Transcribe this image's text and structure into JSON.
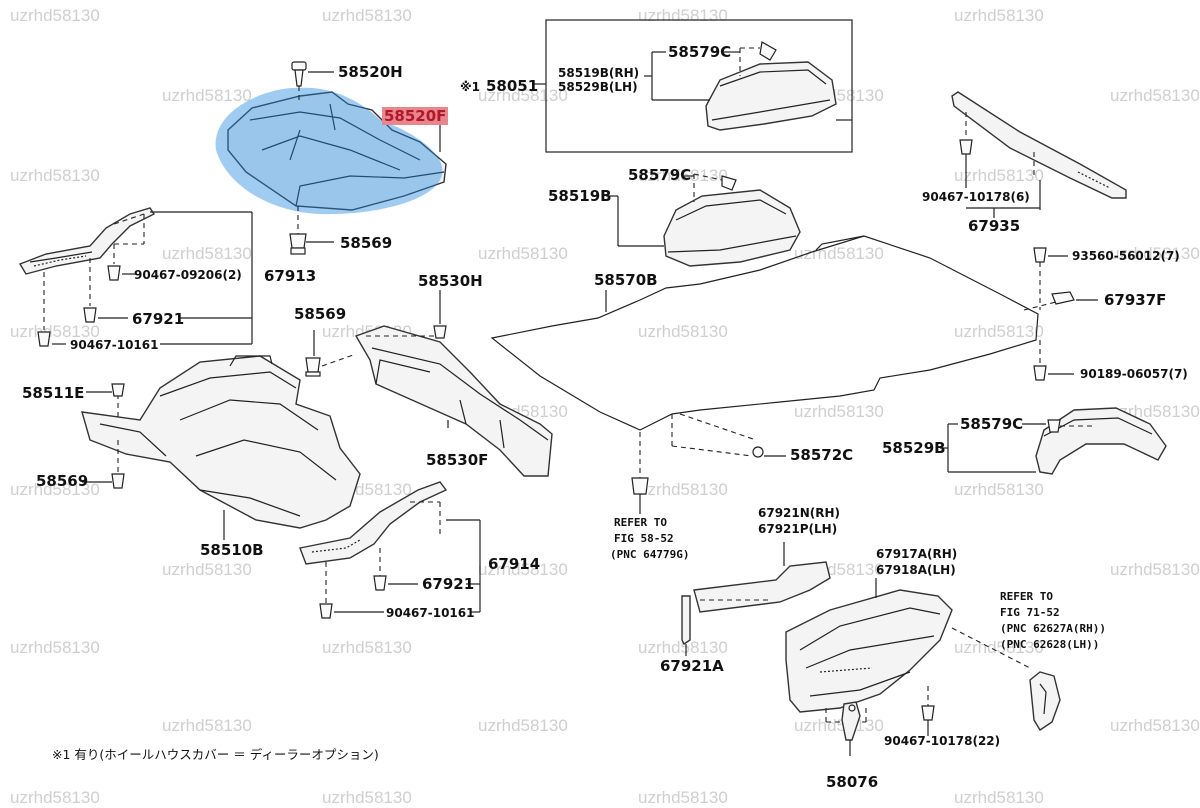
{
  "watermark": "uzrhd58130",
  "highlight_color": "#e8868e",
  "overlay_color": "#1f86e0",
  "labels": {
    "p58520H": "58520H",
    "p58520F": "58520F",
    "p58569a": "58569",
    "p58569b": "58569",
    "p58569c": "58569",
    "p67913": "67913",
    "p90467_09206": "90467-09206(2)",
    "p67921a": "67921",
    "p90467_10161a": "90467-10161",
    "p58530H": "58530H",
    "p58530F": "58530F",
    "p58511E": "58511E",
    "p58510B": "58510B",
    "p67914": "67914",
    "p67921b": "67921",
    "p90467_10161b": "90467-10161",
    "note1_mark": "※1",
    "p58051": "58051",
    "p58519B_RH": "58519B(RH)",
    "p58529B_LH": "58529B(LH)",
    "p58579C_a": "58579C",
    "p58519B": "58519B",
    "p58579C_b": "58579C",
    "p58570B": "58570B",
    "p58572C": "58572C",
    "p90467_10178_6": "90467-10178(6)",
    "p67935": "67935",
    "p93560": "93560-56012(7)",
    "p67937F": "67937F",
    "p90189": "90189-06057(7)",
    "p58579C_c": "58579C",
    "p58529B": "58529B",
    "refer1_a": "REFER TO",
    "refer1_b": "FIG 58-52",
    "refer1_c": "(PNC 64779G)",
    "p67921N": "67921N(RH)",
    "p67921P": "67921P(LH)",
    "p67917A": "67917A(RH)",
    "p67918A": "67918A(LH)",
    "refer2_a": "REFER TO",
    "refer2_b": "FIG 71-52",
    "refer2_c": "(PNC 62627A(RH))",
    "refer2_d": "(PNC 62628(LH))",
    "p67921A": "67921A",
    "p90467_10178_22": "90467-10178(22)",
    "p58076": "58076"
  },
  "footnote": "※1 有り(ホイールハウスカバー ＝ ディーラーオプション)"
}
